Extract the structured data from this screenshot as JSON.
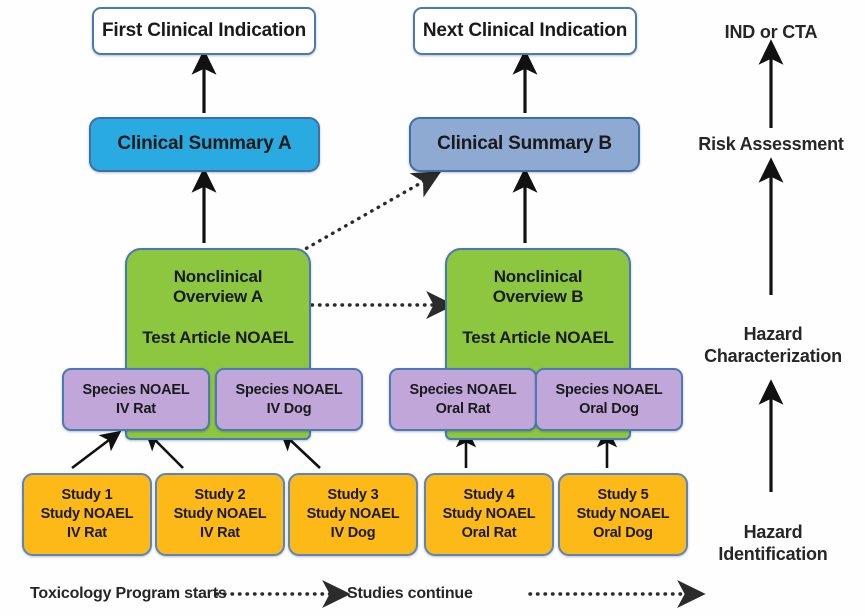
{
  "diagram": {
    "title": "Nonclinical NOAEL Rollup to Clinical Indication",
    "colors": {
      "indication_fill": "#ffffff",
      "summary_a_fill": "#29abe2",
      "summary_b_fill": "#8faad2",
      "overview_fill": "#8dc63f",
      "species_fill": "#c1a7d9",
      "study_fill": "#fcb917",
      "border": "#4a7ab5",
      "arrow": "#111111",
      "background": "#fefefe"
    }
  },
  "indications": [
    {
      "id": "first",
      "label": "First Clinical Indication"
    },
    {
      "id": "next",
      "label": "Next Clinical Indication"
    }
  ],
  "summaries": [
    {
      "id": "a",
      "label": "Clinical Summary A"
    },
    {
      "id": "b",
      "label": "Clinical Summary B"
    }
  ],
  "overviews": [
    {
      "id": "a",
      "title": "Nonclinical\nOverview A",
      "subtitle": "Test Article NOAEL"
    },
    {
      "id": "b",
      "title": "Nonclinical\nOverview B",
      "subtitle": "Test Article NOAEL"
    }
  ],
  "species": [
    {
      "id": "iv-rat",
      "line1": "Species NOAEL",
      "line2": "IV Rat"
    },
    {
      "id": "iv-dog",
      "line1": "Species NOAEL",
      "line2": "IV Dog"
    },
    {
      "id": "oral-rat",
      "line1": "Species NOAEL",
      "line2": "Oral Rat"
    },
    {
      "id": "oral-dog",
      "line1": "Species NOAEL",
      "line2": "Oral Dog"
    }
  ],
  "studies": [
    {
      "id": "study-1",
      "line1": "Study 1",
      "line2": "Study NOAEL",
      "line3": "IV Rat"
    },
    {
      "id": "study-2",
      "line1": "Study 2",
      "line2": "Study NOAEL",
      "line3": "IV Rat"
    },
    {
      "id": "study-3",
      "line1": "Study 3",
      "line2": "Study NOAEL",
      "line3": "IV Dog"
    },
    {
      "id": "study-4",
      "line1": "Study 4",
      "line2": "Study NOAEL",
      "line3": "Oral Rat"
    },
    {
      "id": "study-5",
      "line1": "Study 5",
      "line2": "Study NOAEL",
      "line3": "Oral Dog"
    }
  ],
  "stages": [
    {
      "id": "ind-or-cta",
      "label": "IND or CTA"
    },
    {
      "id": "risk-assessment",
      "label": "Risk Assessment"
    },
    {
      "id": "hazard-characterization",
      "label": "Hazard\nCharacterization"
    },
    {
      "id": "hazard-identification",
      "label": "Hazard\nIdentification"
    }
  ],
  "footer": {
    "left": "Toxicology Program starts",
    "right": "Studies continue"
  }
}
